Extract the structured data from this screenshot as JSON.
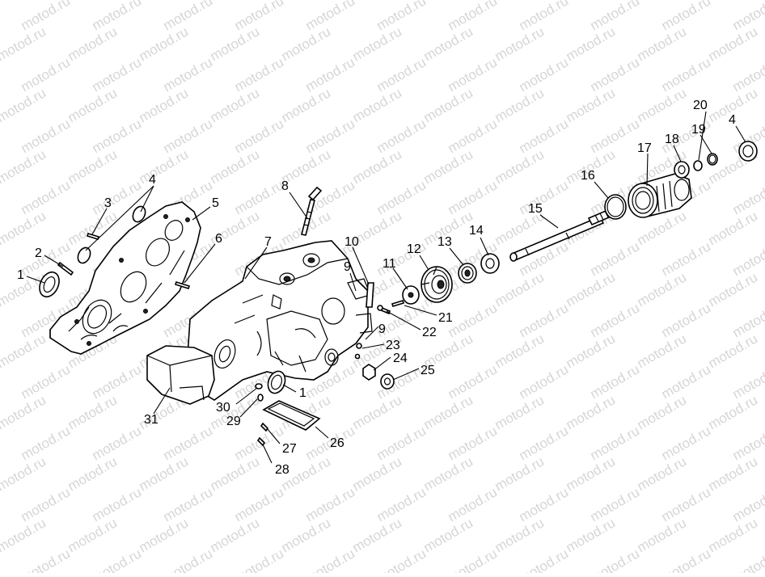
{
  "watermark": "motod.ru",
  "callouts": [
    "1",
    "2",
    "3",
    "4",
    "5",
    "6",
    "7",
    "8",
    "9",
    "10",
    "11",
    "12",
    "13",
    "14",
    "15",
    "16",
    "17",
    "18",
    "19",
    "20",
    "4",
    "21",
    "22",
    "9",
    "23",
    "24",
    "25",
    "1",
    "26",
    "27",
    "28",
    "29",
    "30",
    "31"
  ],
  "colors": {
    "line": "#000000",
    "watermark": "#d6d6d6",
    "background": "#ffffff"
  }
}
